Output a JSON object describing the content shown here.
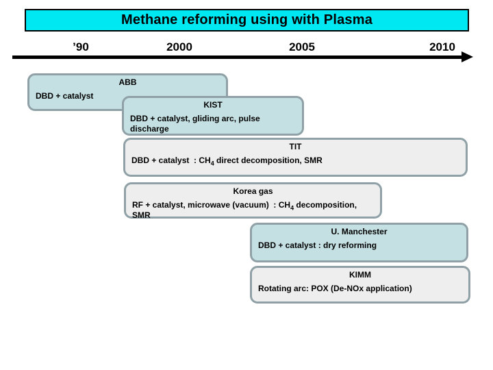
{
  "slide": {
    "title": "Methane reforming using with Plasma"
  },
  "timeline": {
    "labels": [
      "’90",
      "2000",
      "2005",
      "2010"
    ]
  },
  "boxes": {
    "abb": {
      "org": "ABB",
      "detail": "DBD + catalyst"
    },
    "kist": {
      "org": "KIST",
      "detail": "DBD + catalyst, gliding arc, pulse discharge"
    },
    "tit": {
      "org": "TIT",
      "detail_pre": "DBD + catalyst  : CH",
      "detail_sub": "4",
      "detail_post": " direct decomposition, SMR"
    },
    "korea_gas": {
      "org": "Korea gas",
      "detail_pre": "RF + catalyst, microwave (vacuum)  : CH",
      "detail_sub": "4",
      "detail_post": " decomposition, SMR"
    },
    "u_manchester": {
      "org": "U. Manchester",
      "detail": "DBD + catalyst : dry reforming"
    },
    "kimm": {
      "org": "KIMM",
      "detail": "Rotating arc: POX (De-NOx application)"
    }
  },
  "colors": {
    "title_fill": "#00e8f2",
    "teal_fill": "#c4e0e2",
    "gray_fill": "#eeeeee",
    "box_border": "#8fa1a6"
  }
}
